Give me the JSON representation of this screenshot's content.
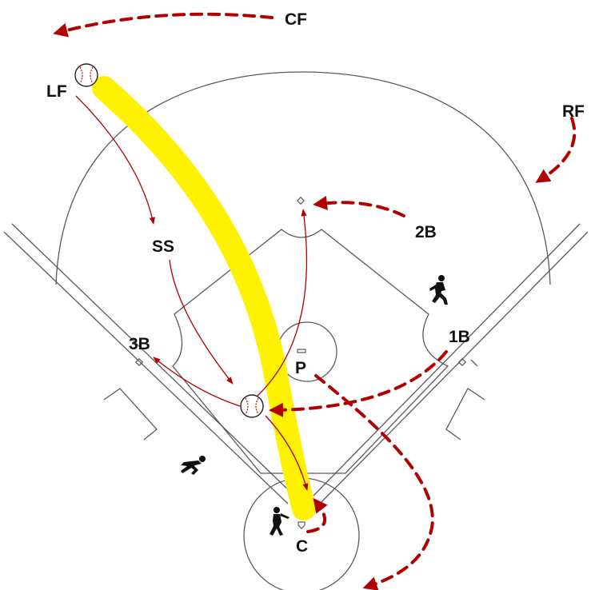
{
  "labels": {
    "cf": "CF",
    "lf": "LF",
    "rf": "RF",
    "ss": "SS",
    "second_base": "2B",
    "third_base": "3B",
    "first_base": "1B",
    "pitcher": "P",
    "catcher": "C"
  },
  "colors": {
    "ball_path": "#fff200",
    "movement_arrow": "#b00000",
    "throw_line": "#b00000",
    "field_lines": "#5a5a5a",
    "label_text": "#111111"
  },
  "icons": {
    "baseball_outfield": "baseball-icon",
    "baseball_relay": "baseball-icon",
    "runner_near_first": "runner-silhouette-icon",
    "runner_near_third": "runner-silhouette-icon",
    "batter": "batter-silhouette-icon"
  }
}
